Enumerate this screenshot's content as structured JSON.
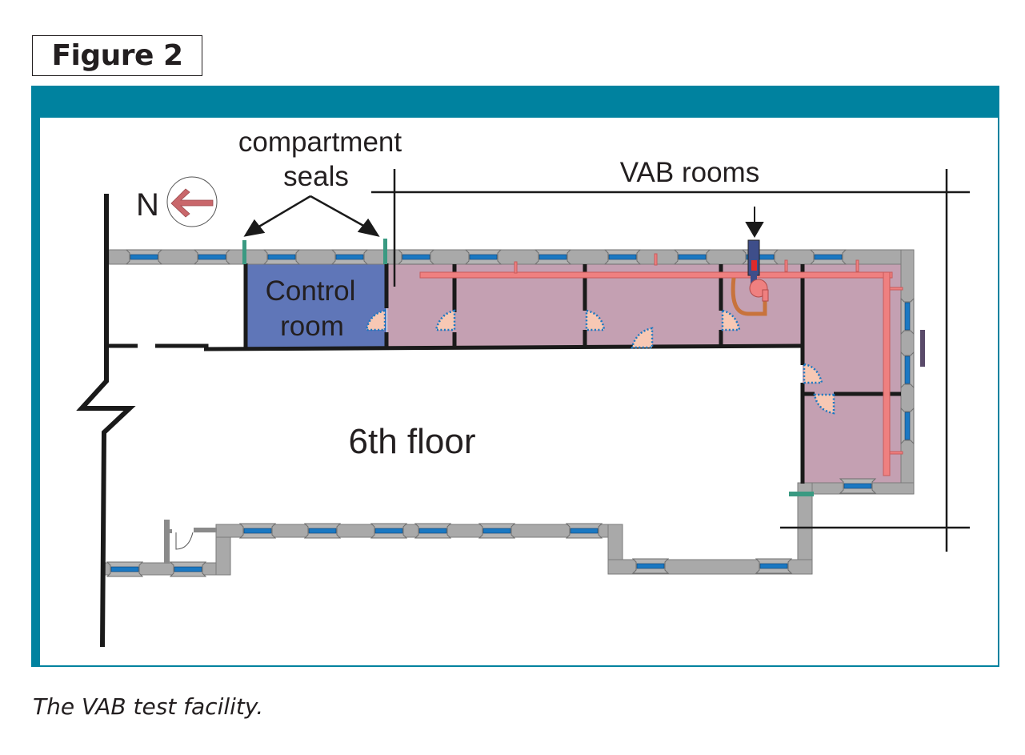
{
  "figure": {
    "label": "Figure 2",
    "caption": "The VAB test facility."
  },
  "diagram": {
    "labels": {
      "compartment_line1": "compartment",
      "compartment_line2": "seals",
      "vab_rooms": "VAB rooms",
      "north": "N",
      "control_line1": "Control",
      "control_line2": "room",
      "floor": "6th floor"
    },
    "colors": {
      "panel_border": "#00829f",
      "wall_gray": "#a9a9a9",
      "window_blue": "#1a78c2",
      "control_room": "#5f76b8",
      "vab_room": "#c4a0b2",
      "duct": "#ef8080",
      "seal": "#3a9a82",
      "door": "#f7c8b4",
      "door_outline": "#1a78c2",
      "north_arrow": "#c9676b",
      "hose": "#c8733c",
      "fan_box": "#3e4e8a",
      "fan_red": "#e02a2a"
    }
  }
}
